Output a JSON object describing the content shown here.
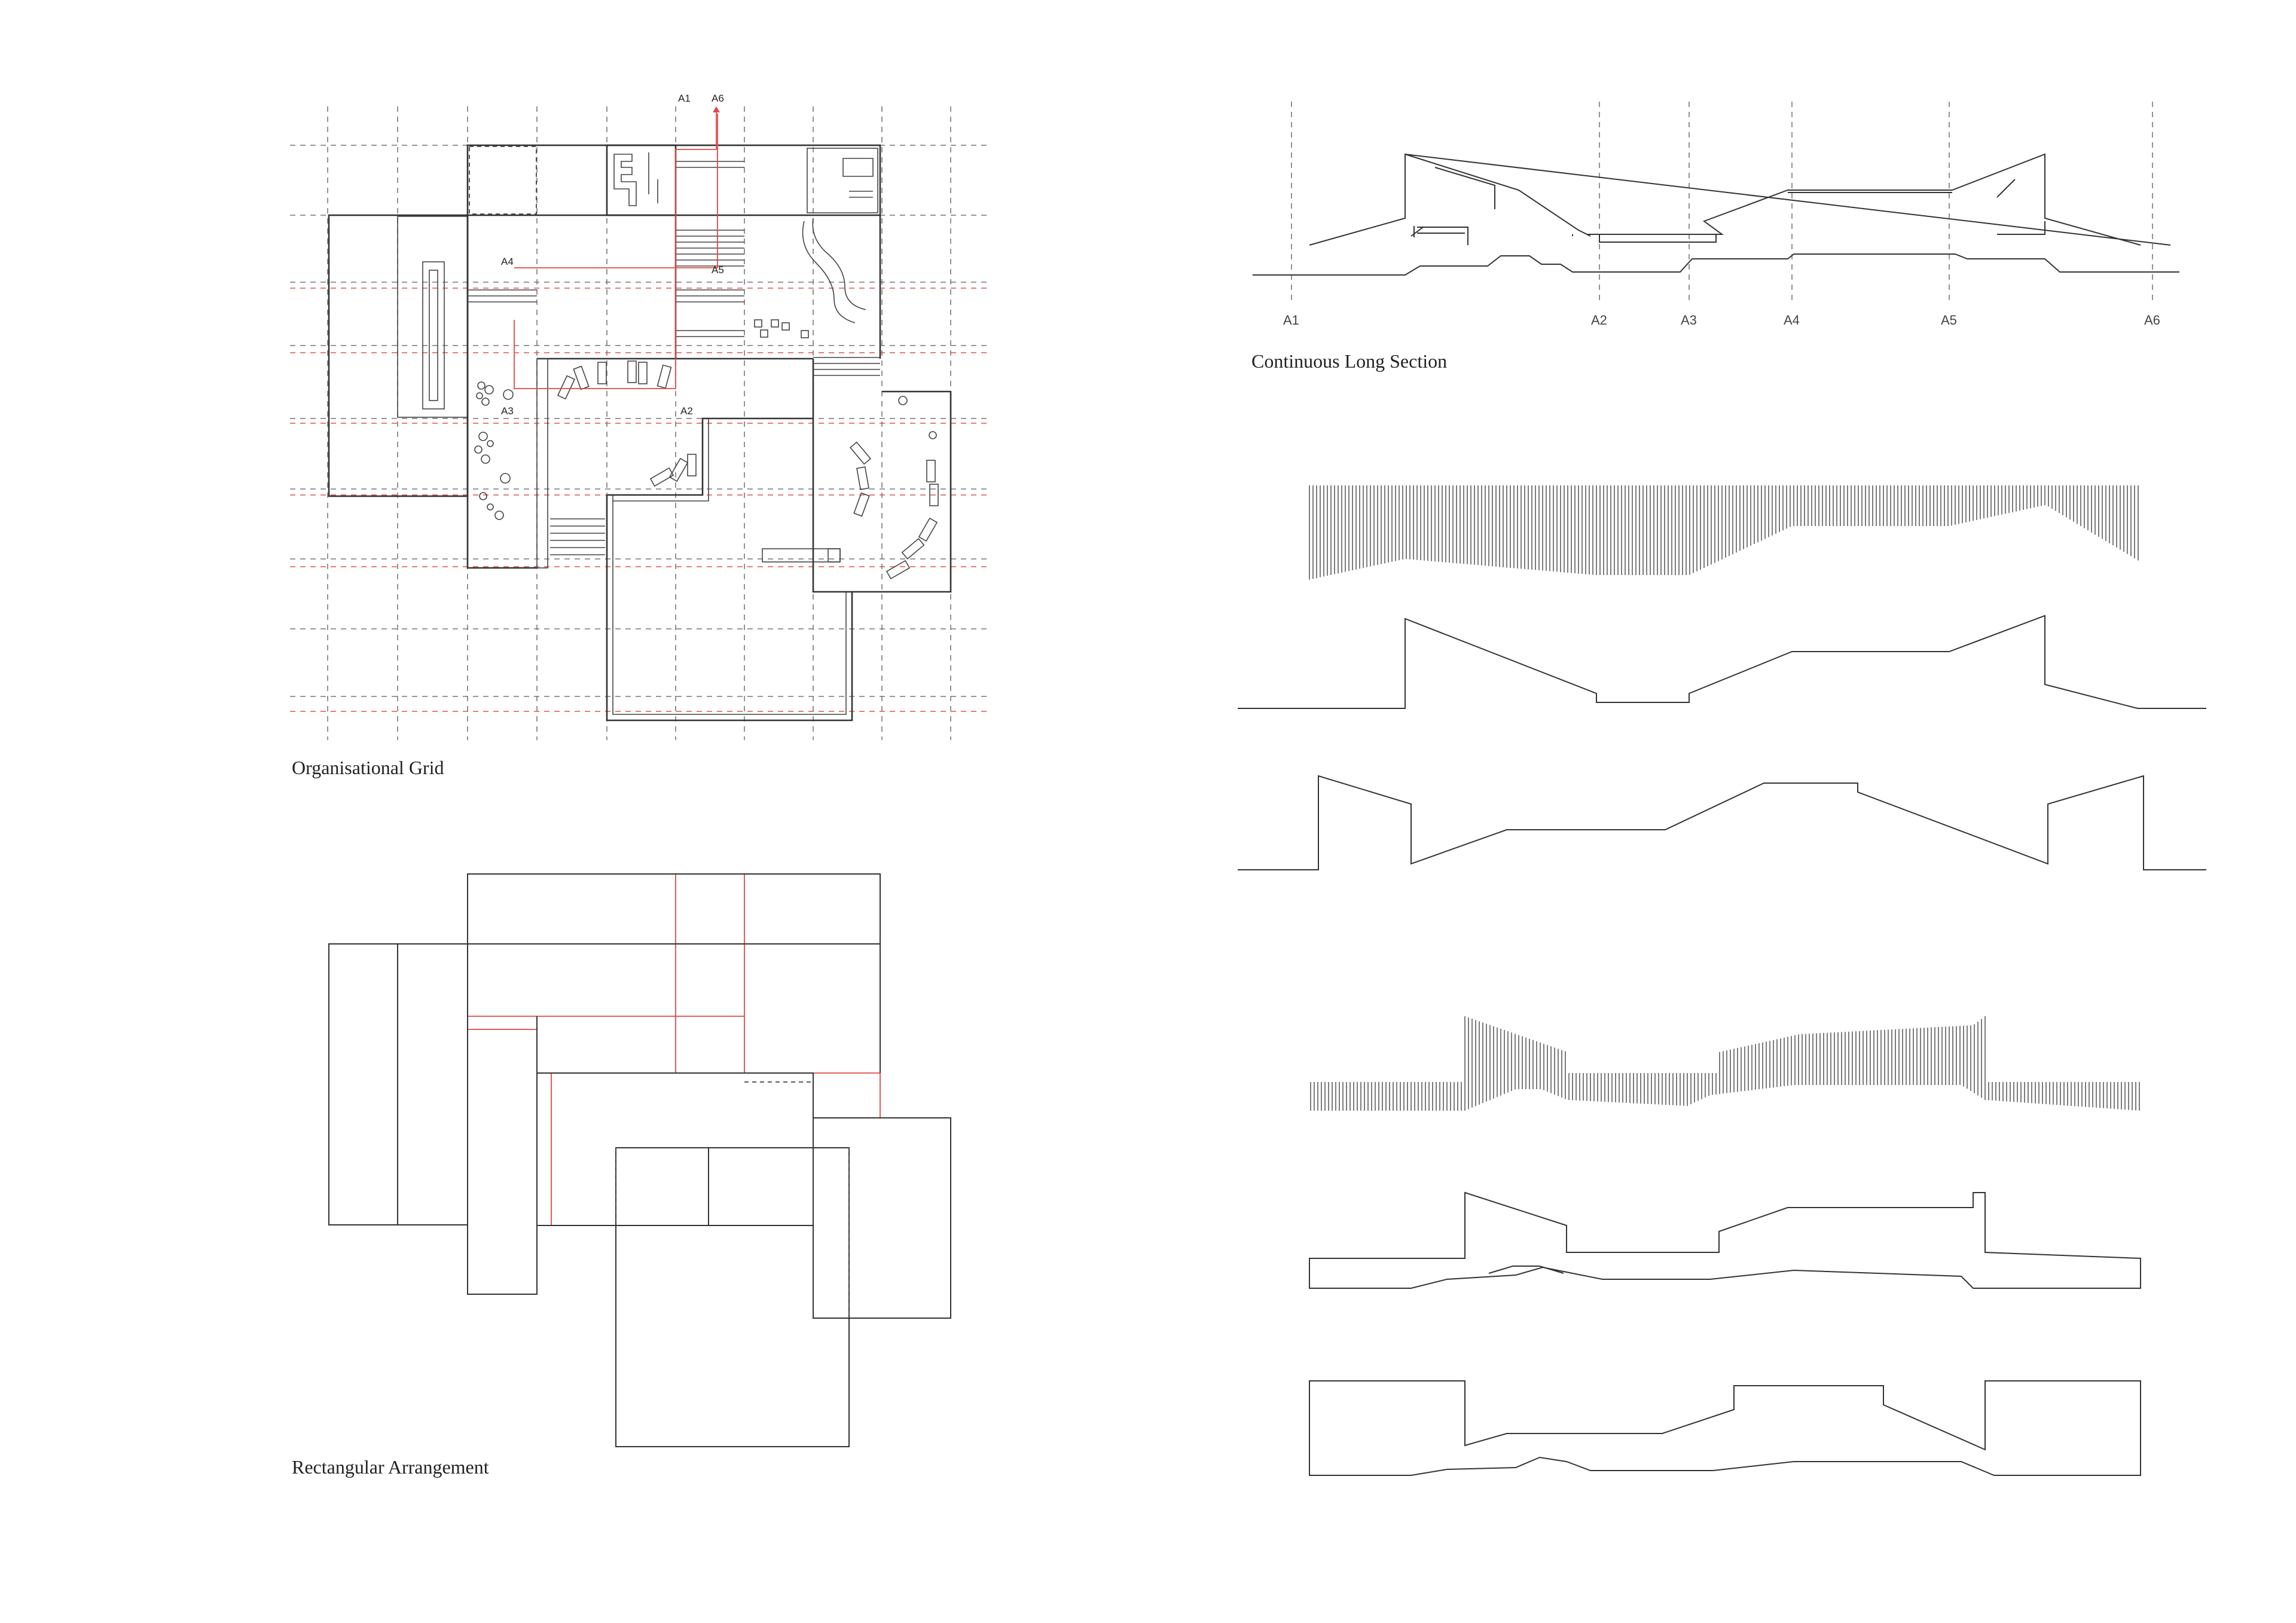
{
  "captions": {
    "organisational_grid": "Organisational Grid",
    "rectangular_arrangement": "Rectangular Arrangement",
    "continuous_long_section": "Continuous Long Section"
  },
  "plan_labels": {
    "a1": "A1",
    "a6": "A6",
    "a4": "A4",
    "a5": "A5",
    "a3": "A3",
    "a2": "A2"
  },
  "section_labels": [
    "A1",
    "A2",
    "A3",
    "A4",
    "A5",
    "A6"
  ],
  "colors": {
    "line": "#333333",
    "red": "#e04848",
    "grid_gray": "#777777"
  }
}
